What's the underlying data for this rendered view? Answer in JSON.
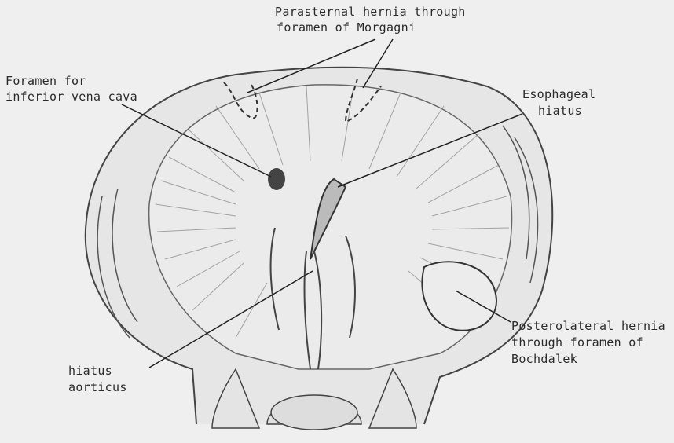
{
  "diagram": {
    "labels": {
      "morgagni": [
        "Parasternal hernia through",
        "foramen of Morgagni"
      ],
      "ivc": [
        "Foramen for",
        "inferior vena cava"
      ],
      "esophageal": [
        "Esophageal",
        "hiatus"
      ],
      "aorticus": [
        "hiatus",
        "aorticus"
      ],
      "bochdalek": [
        "Posterolateral hernia",
        "through foramen of",
        "Bochdalek"
      ]
    },
    "colors": {
      "background": "#efefef",
      "ink": "#2a2a2a",
      "shade": "#8a8a8a",
      "muscle_fill": "#e4e4e4"
    }
  }
}
